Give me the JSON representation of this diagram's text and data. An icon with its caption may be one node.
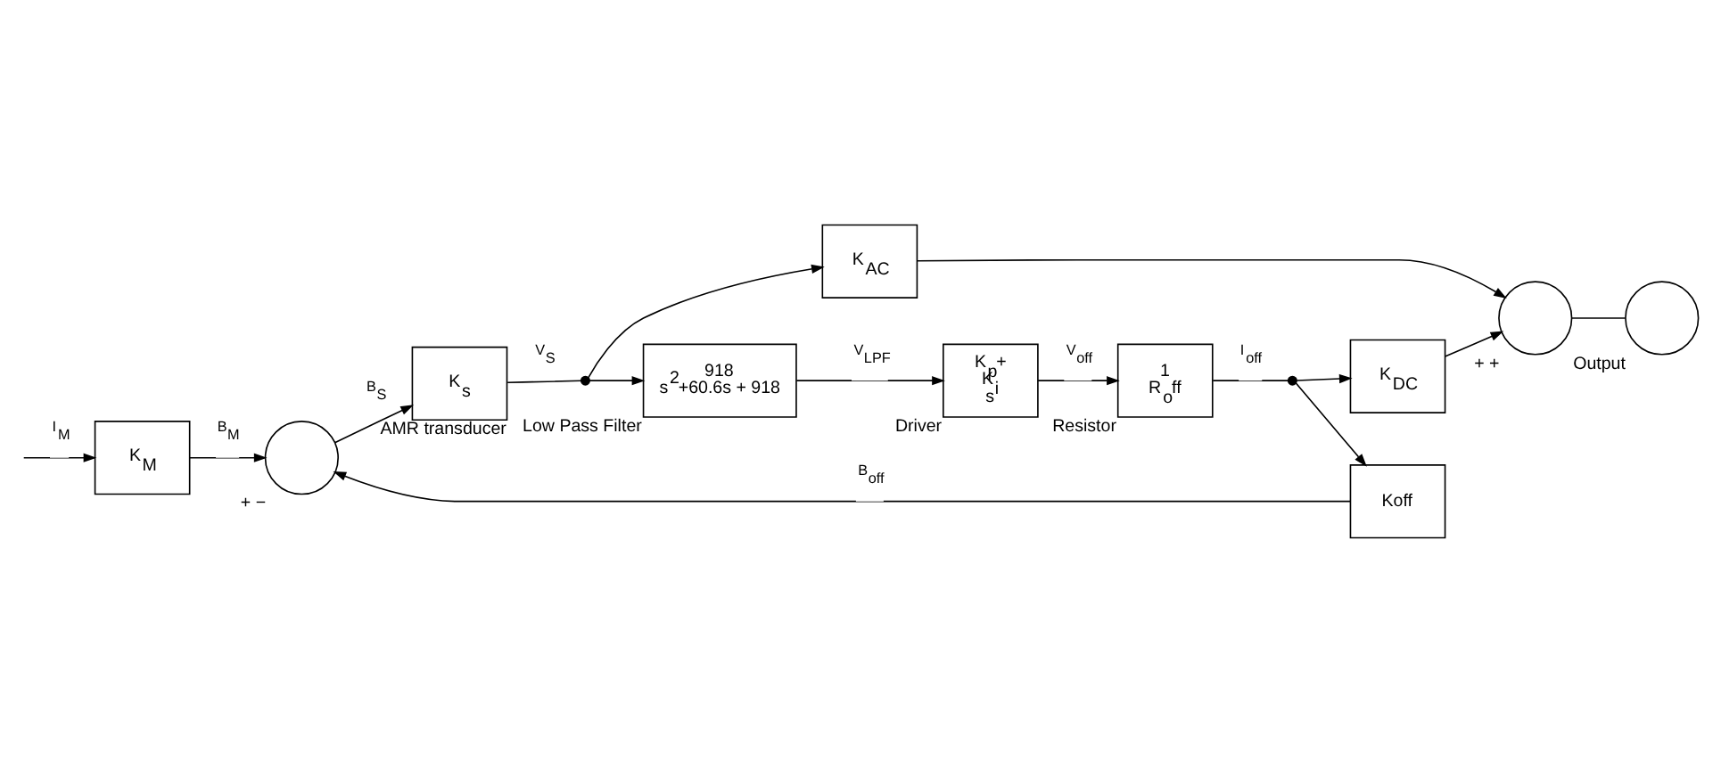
{
  "diagram": {
    "nodes": [
      {
        "text": [
          "K$_{M}$"
        ]
      },
      {
        "text": [],
        "shape": "circle",
        "beside": [
          "+",
          "−"
        ]
      },
      {
        "text": [
          "K$_{s}$"
        ],
        "beside": [
          "AMR transducer"
        ]
      },
      {
        "text": [],
        "shape": "dot"
      },
      {
        "text": [
          "918",
          "s$^{2}$+60.6s + 918"
        ],
        "beside": [
          "Low Pass Filter"
        ]
      },
      {
        "text": [
          "K$_{p}$+",
          "K$_{i}$",
          "s"
        ],
        "beside": [
          "Driver"
        ]
      },
      {
        "text": [
          "1",
          "R$_{o}$ff"
        ],
        "beside": [
          "Resistor"
        ]
      },
      {
        "text": [
          "Koff"
        ]
      },
      {
        "text": [],
        "shape": "dot"
      },
      {
        "text": [
          "K$_{DC}$"
        ]
      },
      {
        "text": [
          "K$_{AC}$"
        ]
      },
      {
        "text": [],
        "shape": "circle",
        "beside": [
          "+",
          "+"
        ]
      },
      {
        "text": [],
        "shape": "circle",
        "beside": [
          "Output"
        ]
      }
    ],
    "edges": [
      {
        "from": null,
        "to": 0,
        "arrow": "to",
        "label": "I$_{M}$"
      },
      {
        "from": 0,
        "to": 1,
        "arrow": "to",
        "label": "B$_{M}$"
      },
      {
        "from": 1,
        "to": 2,
        "arrow": "to",
        "label": "B$_{S}$"
      },
      {
        "from": 2,
        "to": 3,
        "arrow": "none",
        "label": "V$_{S}$"
      },
      {
        "from": 3,
        "to": 4,
        "arrow": "to"
      },
      {
        "from": 4,
        "to": 5,
        "arrow": "to",
        "label": "V$_{LPF}$"
      },
      {
        "from": 5,
        "to": 6,
        "arrow": "to",
        "label": "V$_{off}$"
      },
      {
        "from": 6,
        "to": 8,
        "arrow": "none",
        "label": "I$_{off}$"
      },
      {
        "from": 8,
        "to": 7,
        "arrow": "to"
      },
      {
        "from": 7,
        "to": 1,
        "arrow": "to",
        "label": "B$_{off}$"
      },
      {
        "from": 8,
        "to": 9,
        "arrow": "to"
      },
      {
        "from": 3,
        "to": 10,
        "arrow": "to"
      },
      {
        "from": 10,
        "to": 11,
        "arrow": "to"
      },
      {
        "from": 9,
        "to": 11,
        "arrow": "to"
      },
      {
        "from": 11,
        "to": 12,
        "arrow": "none"
      }
    ]
  }
}
